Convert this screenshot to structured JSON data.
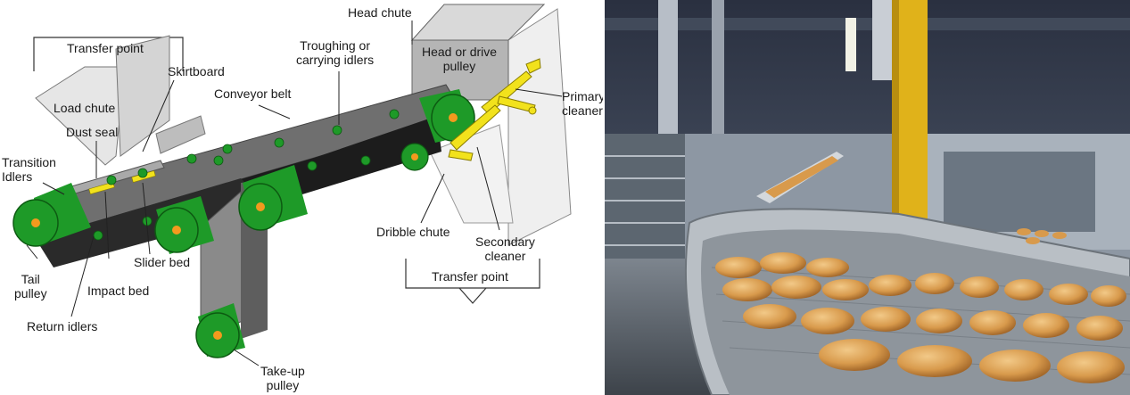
{
  "diagram": {
    "labels": {
      "transfer_point_left": "Transfer point",
      "skirtboard": "Skirtboard",
      "load_chute": "Load chute",
      "dust_seal": "Dust seal",
      "transition_idlers": "Transition\nIdlers",
      "conveyor_belt": "Conveyor belt",
      "troughing_idlers": "Troughing or\ncarrying idlers",
      "head_chute": "Head chute",
      "head_pulley": "Head or drive\npulley",
      "primary_cleaner": "Primary\ncleaner",
      "dribble_chute": "Dribble chute",
      "secondary_cleaner": "Secondary\ncleaner",
      "transfer_point_right": "Transfer point",
      "tail_pulley": "Tail\npulley",
      "impact_bed": "Impact bed",
      "slider_bed": "Slider bed",
      "return_idlers": "Return idlers",
      "takeup_pulley": "Take-up\npulley"
    },
    "colors": {
      "pulley_green": "#1e9a28",
      "pulley_center": "#f39a1e",
      "belt_dark": "#1c1c1c",
      "belt_grey": "#6f6f6f",
      "cleaner_yellow": "#f2e21c",
      "chute_grey": "#c8c8c8"
    }
  },
  "photo": {
    "subject": "bread-rolls-conveyor-icon",
    "colors": {
      "bun": "#d89a4c",
      "column_yellow": "#e0b21a",
      "ceiling": "#2a3040"
    }
  }
}
